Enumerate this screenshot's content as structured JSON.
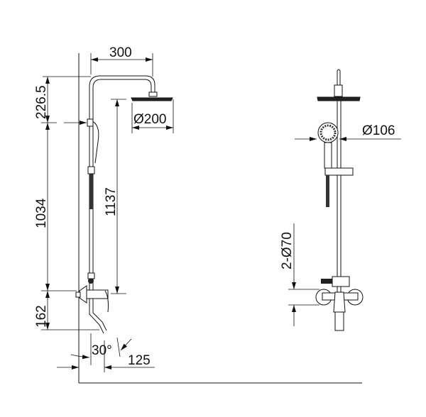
{
  "title": "Shower system dimension drawing",
  "side_view": {
    "dims": {
      "arm_reach": "300",
      "top_height": "226.5",
      "head_diameter": "Ø200",
      "riser_height": "1034",
      "head_height": "1137",
      "spout_height": "162",
      "spout_angle": "30°",
      "spout_reach": "125"
    }
  },
  "front_view": {
    "dims": {
      "hand_shower_diameter": "Ø106",
      "escutcheon": "2-Ø70"
    }
  }
}
